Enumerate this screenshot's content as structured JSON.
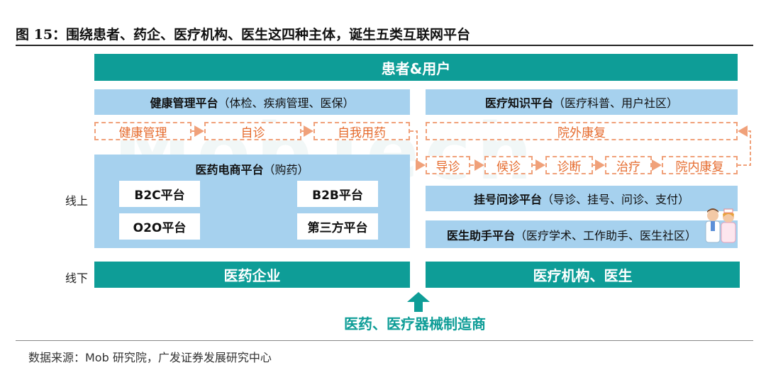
{
  "figure": {
    "title": "图 15：围绕患者、药企、医疗机构、医生这四种主体，诞生五类互联网平台",
    "source": "数据来源：Mob 研究院，广发证券发展研究中心",
    "watermark": "MobTech"
  },
  "top_bar": "患者&用户",
  "health_platform": {
    "name": "健康管理平台",
    "detail": "（体检、疾病管理、医保）"
  },
  "knowledge_platform": {
    "name": "医疗知识平台",
    "detail": "（医疗科普、用户社区）"
  },
  "flow_left": [
    "健康管理",
    "自诊",
    "自我用药"
  ],
  "flow_right_top": "院外康复",
  "flow_right": [
    "导诊",
    "候诊",
    "诊断",
    "治疗",
    "院内康复"
  ],
  "ecommerce": {
    "name": "医药电商平台",
    "detail": "（购药）",
    "items": [
      "B2C平台",
      "B2B平台",
      "O2O平台",
      "第三方平台"
    ]
  },
  "registration_platform": {
    "name": "挂号问诊平台",
    "detail": "（导诊、挂号、问诊、支付）"
  },
  "doctor_platform": {
    "name": "医生助手平台",
    "detail": "（医疗学术、工作助手、医生社区）"
  },
  "labels": {
    "online": "线上",
    "offline": "线下"
  },
  "bottom_left": "医药企业",
  "bottom_right": "医疗机构、医生",
  "base": "医药、医疗器械制造商",
  "colors": {
    "teal": "#0e9d97",
    "light_blue": "#a6d1ee",
    "dash_orange": "#f0a17a",
    "text_orange": "#e56a2c"
  }
}
